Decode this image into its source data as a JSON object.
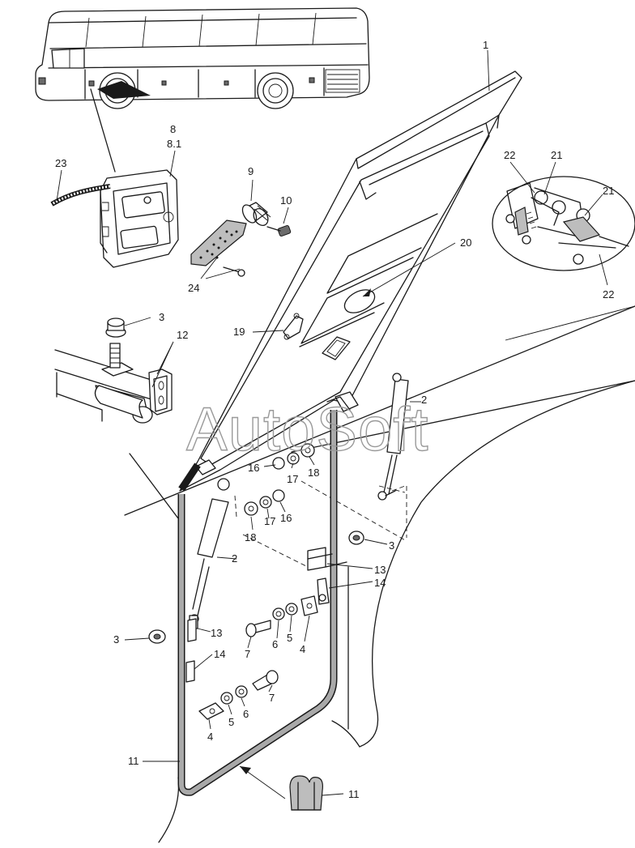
{
  "watermark": "AutoSoft",
  "callouts": {
    "c1": "1",
    "c2a": "2",
    "c2b": "2",
    "c3a": "3",
    "c3b": "3",
    "c3c": "3",
    "c4a": "4",
    "c4b": "4",
    "c5a": "5",
    "c5b": "5",
    "c6a": "6",
    "c6b": "6",
    "c7a": "7",
    "c7b": "7",
    "c8": "8",
    "c8_1": "8.1",
    "c9": "9",
    "c10": "10",
    "c11a": "11",
    "c11b": "11",
    "c12": "12",
    "c13a": "13",
    "c13b": "13",
    "c14a": "14",
    "c14b": "14",
    "c16a": "16",
    "c16b": "16",
    "c17a": "17",
    "c17b": "17",
    "c18a": "18",
    "c18b": "18",
    "c19": "19",
    "c20": "20",
    "c21a": "21",
    "c21b": "21",
    "c22a": "22",
    "c22b": "22",
    "c23": "23",
    "c24": "24"
  }
}
